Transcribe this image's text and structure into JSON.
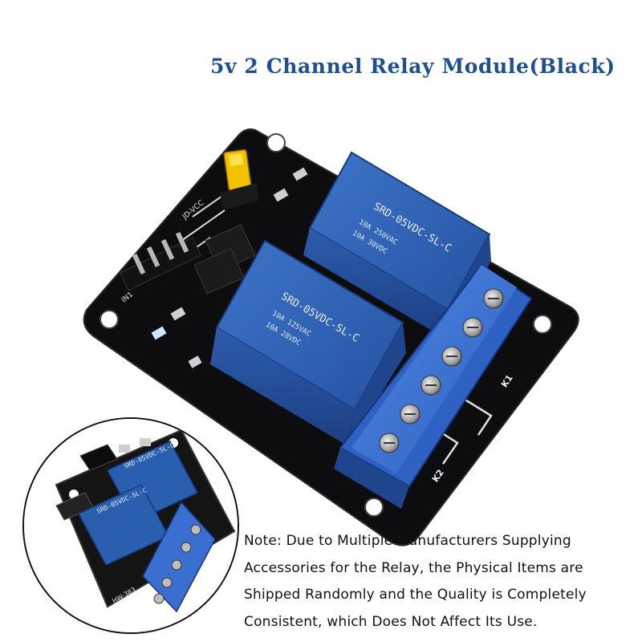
{
  "title": "5v 2 Channel Relay Module(Black)",
  "note_lines": [
    "Note: Due to Multiple Manufacturers Supplying",
    "Accessories for the Relay, the Physical Items are",
    "Shipped Randomly and the Quality is Completely",
    "Consistent, which Does Not Affect Its Use."
  ],
  "relay_1_label": "SRD-05VDC-SL-C",
  "relay_2_label": "SRD-05VDC-SL-C",
  "relay_rating": [
    "10A 250VAC",
    "10A 30VDC",
    "10A 125VAC",
    "10A 28VDC"
  ],
  "silkscreen": {
    "k1": "K1",
    "k2": "K2",
    "jd": "JD-VCC",
    "in": "IN1",
    "hw": "HW-383"
  },
  "colors": {
    "pcb": "#0d0d0f",
    "relay_blue": "#2a5fb0",
    "terminal_blue": "#3a6fcf",
    "jumper_yellow": "#f2c200",
    "title_blue": "#1f4f8f"
  }
}
